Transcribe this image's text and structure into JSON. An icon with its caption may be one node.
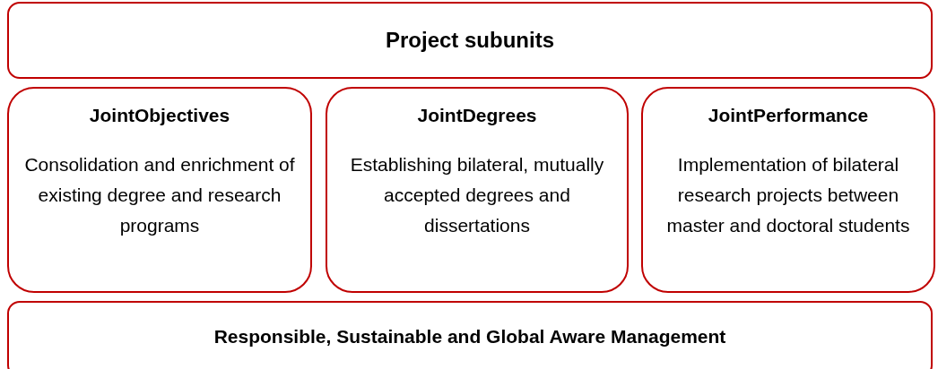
{
  "diagram": {
    "nodes": [
      {
        "text": [
          "Project subunits"
        ]
      },
      {
        "text": [
          "JointObjectives",
          "Consolidation and enrichment of existing degree and research programs"
        ]
      },
      {
        "text": [
          "JointDegrees",
          "Establishing bilateral, mutually accepted degrees and dissertations"
        ]
      },
      {
        "text": [
          "JointPerformance",
          "Implementation of bilateral research projects between master and doctoral students"
        ]
      },
      {
        "text": [
          "Responsible, Sustainable and Global Aware Management"
        ]
      }
    ]
  }
}
